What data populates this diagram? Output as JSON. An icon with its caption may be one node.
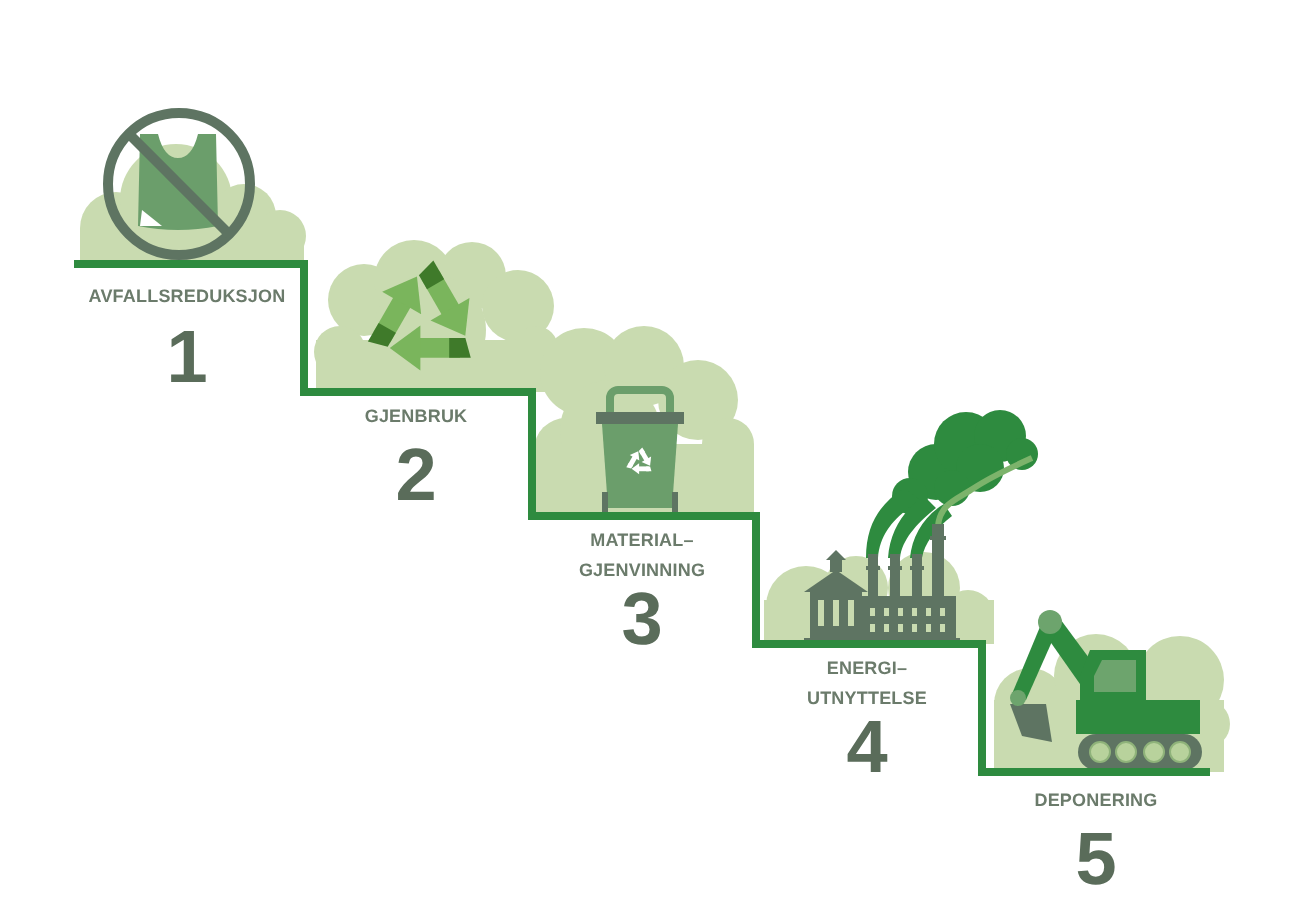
{
  "diagram": {
    "nodes": [
      {
        "text": [
          "AVFALLSREDUKSJON",
          "1"
        ]
      },
      {
        "text": [
          "GJENBRUK",
          "2"
        ]
      },
      {
        "text": [
          "MATERIAL– GJENVINNING",
          "3"
        ]
      },
      {
        "text": [
          "ENERGI– UTNYTTELSE",
          "4"
        ]
      },
      {
        "text": [
          "DEPONERING",
          "5"
        ]
      }
    ]
  }
}
